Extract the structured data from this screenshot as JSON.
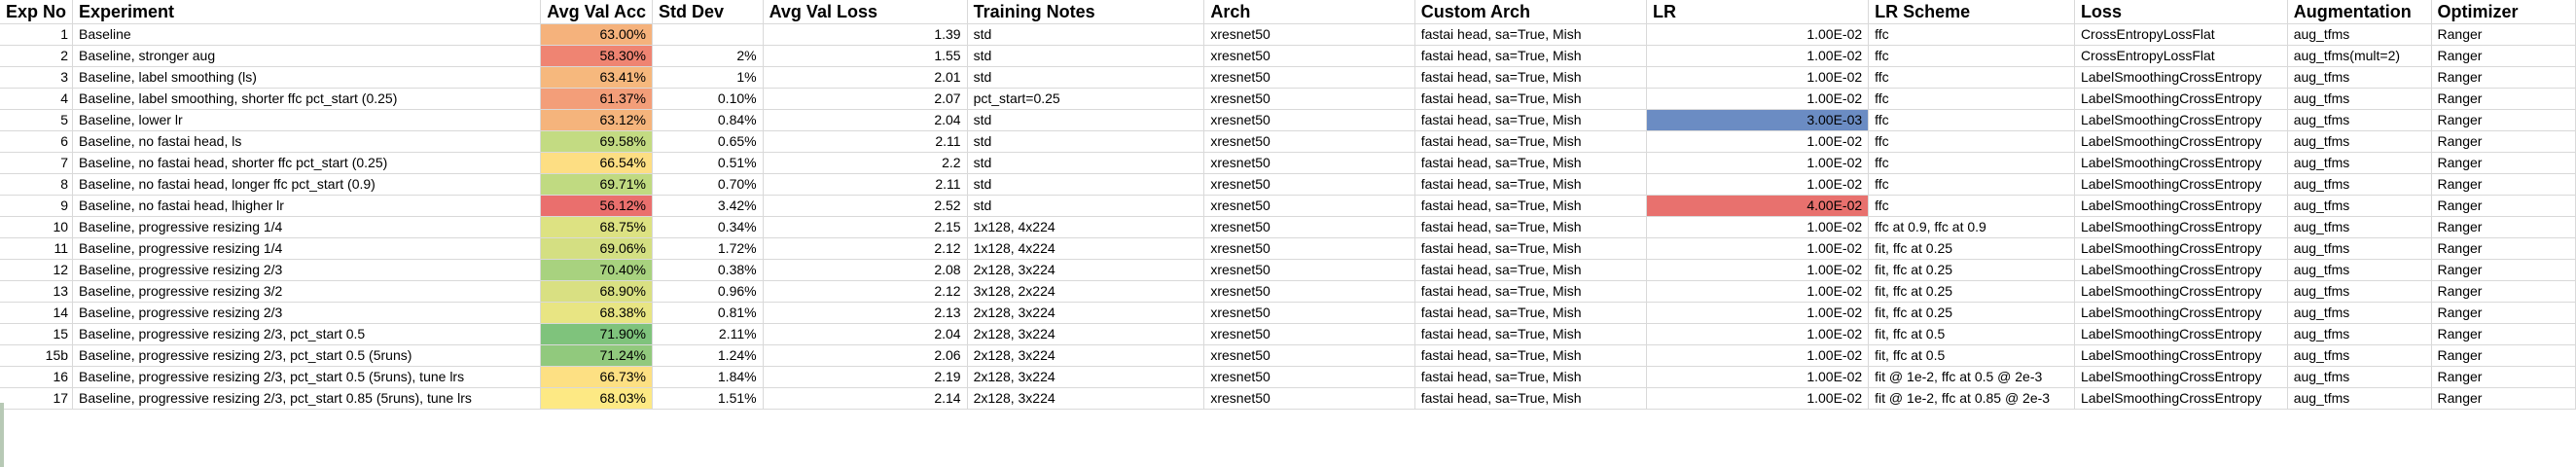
{
  "headers": [
    "Exp No",
    "Experiment",
    "Avg Val Acc",
    "Std Dev",
    "Avg Val Loss",
    "Training Notes",
    "Arch",
    "Custom Arch",
    "LR",
    "LR Scheme",
    "Loss",
    "Augmentation",
    "Optimizer"
  ],
  "rows": [
    {
      "cells": [
        "1",
        "Baseline",
        "63.00%",
        "",
        "1.39",
        "std",
        "xresnet50",
        "fastai head, sa=True, Mish",
        "1.00E-02",
        "ffc",
        "CrossEntropyLossFlat",
        "aug_tfms",
        "Ranger"
      ],
      "acc_color": "#f5b27c",
      "lr_color": ""
    },
    {
      "cells": [
        "2",
        "Baseline, stronger aug",
        "58.30%",
        "2%",
        "1.55",
        "std",
        "xresnet50",
        "fastai head, sa=True, Mish",
        "1.00E-02",
        "ffc",
        "CrossEntropyLossFlat",
        "aug_tfms(mult=2)",
        "Ranger"
      ],
      "acc_color": "#ef8472",
      "lr_color": ""
    },
    {
      "cells": [
        "3",
        "Baseline, label smoothing (ls)",
        "63.41%",
        "1%",
        "2.01",
        "std",
        "xresnet50",
        "fastai head, sa=True, Mish",
        "1.00E-02",
        "ffc",
        "LabelSmoothingCrossEntropy",
        "aug_tfms",
        "Ranger"
      ],
      "acc_color": "#f6b87d",
      "lr_color": ""
    },
    {
      "cells": [
        "4",
        "Baseline,  label smoothing, shorter ffc pct_start (0.25)",
        "61.37%",
        "0.10%",
        "2.07",
        "pct_start=0.25",
        "xresnet50",
        "fastai head, sa=True, Mish",
        "1.00E-02",
        "ffc",
        "LabelSmoothingCrossEntropy",
        "aug_tfms",
        "Ranger"
      ],
      "acc_color": "#f39e79",
      "lr_color": ""
    },
    {
      "cells": [
        "5",
        "Baseline, lower lr",
        "63.12%",
        "0.84%",
        "2.04",
        "std",
        "xresnet50",
        "fastai head, sa=True, Mish",
        "3.00E-03",
        "ffc",
        "LabelSmoothingCrossEntropy",
        "aug_tfms",
        "Ranger"
      ],
      "acc_color": "#f5b47c",
      "lr_color": "#6b8cc3"
    },
    {
      "cells": [
        "6",
        "Baseline, no fastai head, ls",
        "69.58%",
        "0.65%",
        "2.11",
        "std",
        "xresnet50",
        "fastai head, sa=True, Mish",
        "1.00E-02",
        "ffc",
        "LabelSmoothingCrossEntropy",
        "aug_tfms",
        "Ranger"
      ],
      "acc_color": "#c3db82",
      "lr_color": ""
    },
    {
      "cells": [
        "7",
        "Baseline, no fastai head, shorter ffc pct_start (0.25)",
        "66.54%",
        "0.51%",
        "2.2",
        "std",
        "xresnet50",
        "fastai head, sa=True, Mish",
        "1.00E-02",
        "ffc",
        "LabelSmoothingCrossEntropy",
        "aug_tfms",
        "Ranger"
      ],
      "acc_color": "#fdde83",
      "lr_color": ""
    },
    {
      "cells": [
        "8",
        "Baseline, no fastai head, longer ffc pct_start (0.9)",
        "69.71%",
        "0.70%",
        "2.11",
        "std",
        "xresnet50",
        "fastai head, sa=True, Mish",
        "1.00E-02",
        "ffc",
        "LabelSmoothingCrossEntropy",
        "aug_tfms",
        "Ranger"
      ],
      "acc_color": "#c0da81",
      "lr_color": ""
    },
    {
      "cells": [
        "9",
        "Baseline, no fastai head, lhigher lr",
        "56.12%",
        "3.42%",
        "2.52",
        "std",
        "xresnet50",
        "fastai head, sa=True, Mish",
        "4.00E-02",
        "ffc",
        "LabelSmoothingCrossEntropy",
        "aug_tfms",
        "Ranger"
      ],
      "acc_color": "#ea6f6d",
      "lr_color": "#e8716e"
    },
    {
      "cells": [
        "10",
        "Baseline, progressive resizing 1/4",
        "68.75%",
        "0.34%",
        "2.15",
        "1x128, 4x224",
        "xresnet50",
        "fastai head, sa=True, Mish",
        "1.00E-02",
        "ffc at 0.9, ffc at 0.9",
        "LabelSmoothingCrossEntropy",
        "aug_tfms",
        "Ranger"
      ],
      "acc_color": "#dde282",
      "lr_color": ""
    },
    {
      "cells": [
        "11",
        "Baseline, progressive resizing 1/4",
        "69.06%",
        "1.72%",
        "2.12",
        "1x128, 4x224",
        "xresnet50",
        "fastai head, sa=True, Mish",
        "1.00E-02",
        "fit, ffc at 0.25",
        "LabelSmoothingCrossEntropy",
        "aug_tfms",
        "Ranger"
      ],
      "acc_color": "#d4df82",
      "lr_color": ""
    },
    {
      "cells": [
        "12",
        "Baseline, progressive resizing 2/3",
        "70.40%",
        "0.38%",
        "2.08",
        "2x128, 3x224",
        "xresnet50",
        "fastai head, sa=True, Mish",
        "1.00E-02",
        "fit, ffc at 0.25",
        "LabelSmoothingCrossEntropy",
        "aug_tfms",
        "Ranger"
      ],
      "acc_color": "#a8d27f",
      "lr_color": ""
    },
    {
      "cells": [
        "13",
        "Baseline, progressive resizing 3/2",
        "68.90%",
        "0.96%",
        "2.12",
        "3x128, 2x224",
        "xresnet50",
        "fastai head, sa=True, Mish",
        "1.00E-02",
        "fit, ffc at 0.25",
        "LabelSmoothingCrossEntropy",
        "aug_tfms",
        "Ranger"
      ],
      "acc_color": "#d9e082",
      "lr_color": ""
    },
    {
      "cells": [
        "14",
        "Baseline, progressive resizing 2/3",
        "68.38%",
        "0.81%",
        "2.13",
        "2x128, 3x224",
        "xresnet50",
        "fastai head, sa=True, Mish",
        "1.00E-02",
        "fit, ffc at 0.25",
        "LabelSmoothingCrossEntropy",
        "aug_tfms",
        "Ranger"
      ],
      "acc_color": "#e8e583",
      "lr_color": ""
    },
    {
      "cells": [
        "15",
        "Baseline, progressive resizing 2/3, pct_start 0.5",
        "71.90%",
        "2.11%",
        "2.04",
        "2x128, 3x224",
        "xresnet50",
        "fastai head, sa=True, Mish",
        "1.00E-02",
        "fit, ffc at 0.5",
        "LabelSmoothingCrossEntropy",
        "aug_tfms",
        "Ranger"
      ],
      "acc_color": "#7fc37c",
      "lr_color": ""
    },
    {
      "cells": [
        "15b",
        "Baseline, progressive resizing 2/3, pct_start 0.5 (5runs)",
        "71.24%",
        "1.24%",
        "2.06",
        "2x128, 3x224",
        "xresnet50",
        "fastai head, sa=True, Mish",
        "1.00E-02",
        "fit, ffc at 0.5",
        "LabelSmoothingCrossEntropy",
        "aug_tfms",
        "Ranger"
      ],
      "acc_color": "#91c97d",
      "lr_color": ""
    },
    {
      "cells": [
        "16",
        "Baseline, progressive resizing 2/3, pct_start 0.5 (5runs), tune lrs",
        "66.73%",
        "1.84%",
        "2.19",
        "2x128, 3x224",
        "xresnet50",
        "fastai head, sa=True, Mish",
        "1.00E-02",
        "fit @ 1e-2, ffc at 0.5 @ 2e-3",
        "LabelSmoothingCrossEntropy",
        "aug_tfms",
        "Ranger"
      ],
      "acc_color": "#fde083",
      "lr_color": ""
    },
    {
      "cells": [
        "17",
        "Baseline, progressive resizing 2/3, pct_start 0.85 (5runs), tune lrs",
        "68.03%",
        "1.51%",
        "2.14",
        "2x128, 3x224",
        "xresnet50",
        "fastai head, sa=True, Mish",
        "1.00E-02",
        "fit @ 1e-2, ffc at 0.85 @ 2e-3",
        "LabelSmoothingCrossEntropy",
        "aug_tfms",
        "Ranger"
      ],
      "acc_color": "#fde984",
      "lr_color": ""
    }
  ]
}
